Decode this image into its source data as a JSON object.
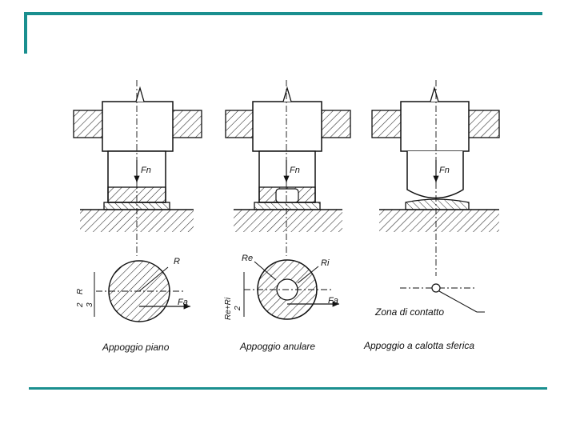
{
  "colors": {
    "accent": "#1a8f8f",
    "ink": "#111111"
  },
  "labels": {
    "force_normal": "Fn",
    "force_axial": "Fa",
    "radius": "R",
    "radius_outer": "Re",
    "radius_inner": "Ri",
    "fraction_plane_num": "2",
    "fraction_plane_den": "3",
    "fraction_plane_var": "R",
    "fraction_annular_num": "Re+Ri",
    "fraction_annular_den": "2",
    "contact_zone": "Zona di contatto"
  },
  "captions": {
    "flat": "Appoggio piano",
    "annular": "Appoggio anulare",
    "spherical": "Appoggio a calotta sferica"
  }
}
